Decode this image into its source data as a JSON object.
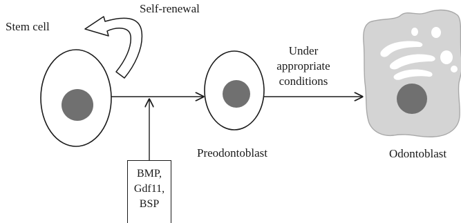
{
  "labels": {
    "stem_cell": "Stem cell",
    "self_renewal": "Self-renewal",
    "conditions": [
      "Under",
      "appropriate",
      "conditions"
    ],
    "preodontoblast": "Preodontoblast",
    "odontoblast": "Odontoblast"
  },
  "factors": [
    "BMP,",
    "Gdf11,",
    "BSP"
  ],
  "colors": {
    "line": "#1a1a1a",
    "nucleus": "#707070",
    "odontoblast_body": "#d4d4d4",
    "odontoblast_outline": "#a8a8a8",
    "vacuole": "#ffffff"
  }
}
